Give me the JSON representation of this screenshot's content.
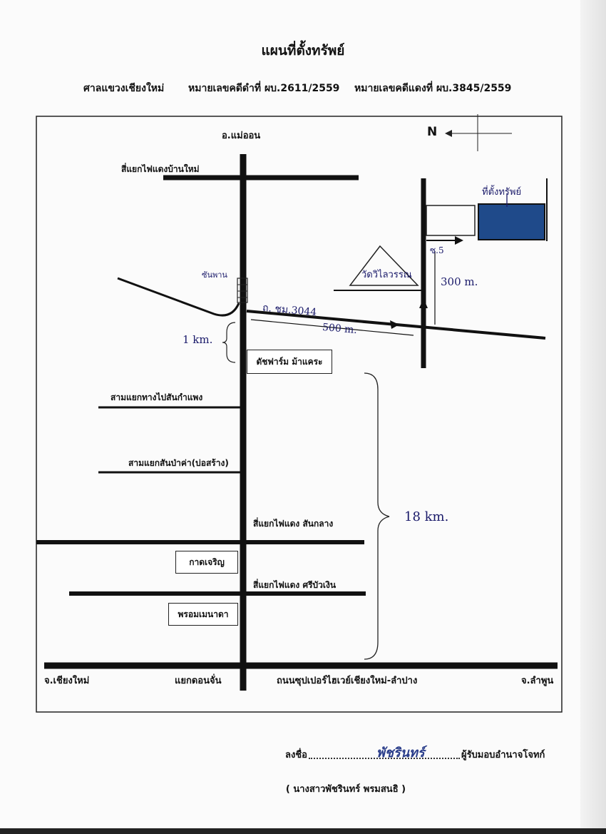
{
  "title": "แผนที่ตั้งทรัพย์",
  "header": {
    "court": "ศาลแขวงเชียงใหม่",
    "black_case": "หมายเลขคดีดำที่ ผบ.2611/2559",
    "red_case": "หมายเลขคดีแดงที่ ผบ.3845/2559"
  },
  "map": {
    "north_label": "N",
    "top_end": "อ.แม่ออน",
    "intersection_baanmai": "สี่แยกไฟแดงบ้านใหม่",
    "sanphan": "ซันพาน",
    "road_label": "ถ. ชม.3044",
    "dist_500": "500 m.",
    "dist_1km": "1 km.",
    "dutch_farm": "ดัชฟาร์ม ม้าแคระ",
    "temple": "วัดวิไลวรรณ",
    "property": "ที่ตั้งทรัพย์",
    "soi": "ซ.5",
    "dist_300": "300 m.",
    "junction_sankamphaeng": "สามแยกทางไปสันกำแพง",
    "junction_sanpakha": "สามแยกสันป่าค่า(บ่อสร้าง)",
    "intersection_sanklang": "สี่แยกไฟแดง สันกลาง",
    "kad_charoen": "กาดเจริญ",
    "intersection_sribuangoen": "สี่แยกไฟแดง ศรีบัวเงิน",
    "prom_menada": "พรอมเมนาดา",
    "dist_18km": "18 km.",
    "bottom_left": "จ.เชียงใหม่",
    "bottom_junction": "แยกดอนจั่น",
    "superhighway": "ถนนซุปเปอร์ไฮเวย์เชียงใหม่-ลำปาง",
    "bottom_right": "จ.ลำพูน"
  },
  "signature": {
    "label": "ลงชื่อ",
    "handwritten": "พัชรินทร์",
    "role": "ผู้รับมอบอำนาจโจทก์",
    "name": "( นางสาวพัชรินทร์ พรมสนธิ )"
  },
  "colors": {
    "property_fill": "#1f4a8a",
    "ink": "#111111",
    "handwriting": "#1a1a6a"
  }
}
